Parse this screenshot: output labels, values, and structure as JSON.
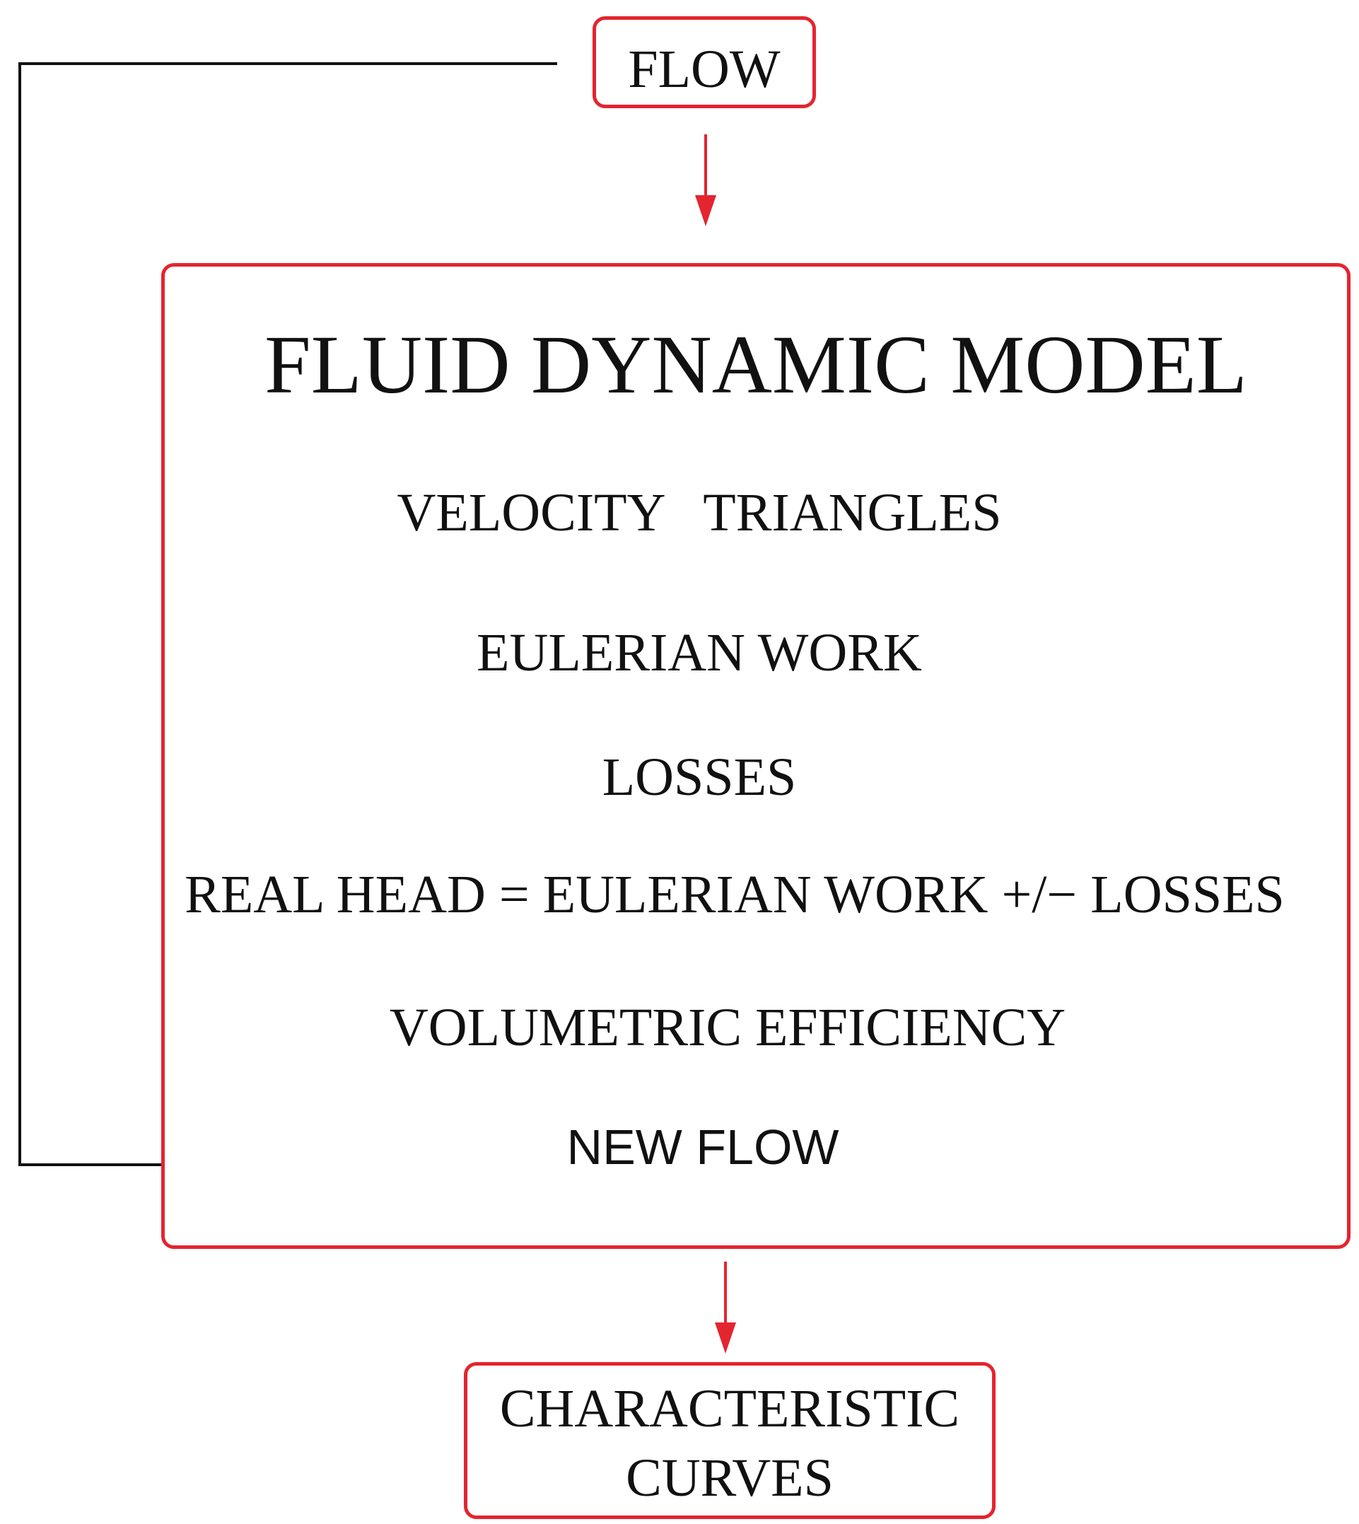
{
  "diagram": {
    "input_box": {
      "label": "FLOW"
    },
    "model_box": {
      "title": "FLUID DYNAMIC MODEL",
      "steps": [
        "VELOCITY   TRIANGLES",
        "EULERIAN WORK",
        "LOSSES",
        "REAL HEAD = EULERIAN WORK +/− LOSSES",
        "VOLUMETRIC EFFICIENCY",
        "NEW FLOW"
      ]
    },
    "output_box": {
      "label": "CHARACTERISTIC CURVES"
    },
    "colors": {
      "box_border": "#e32530",
      "arrow": "#e32530",
      "feedback_line": "#111111",
      "text": "#111111"
    }
  }
}
